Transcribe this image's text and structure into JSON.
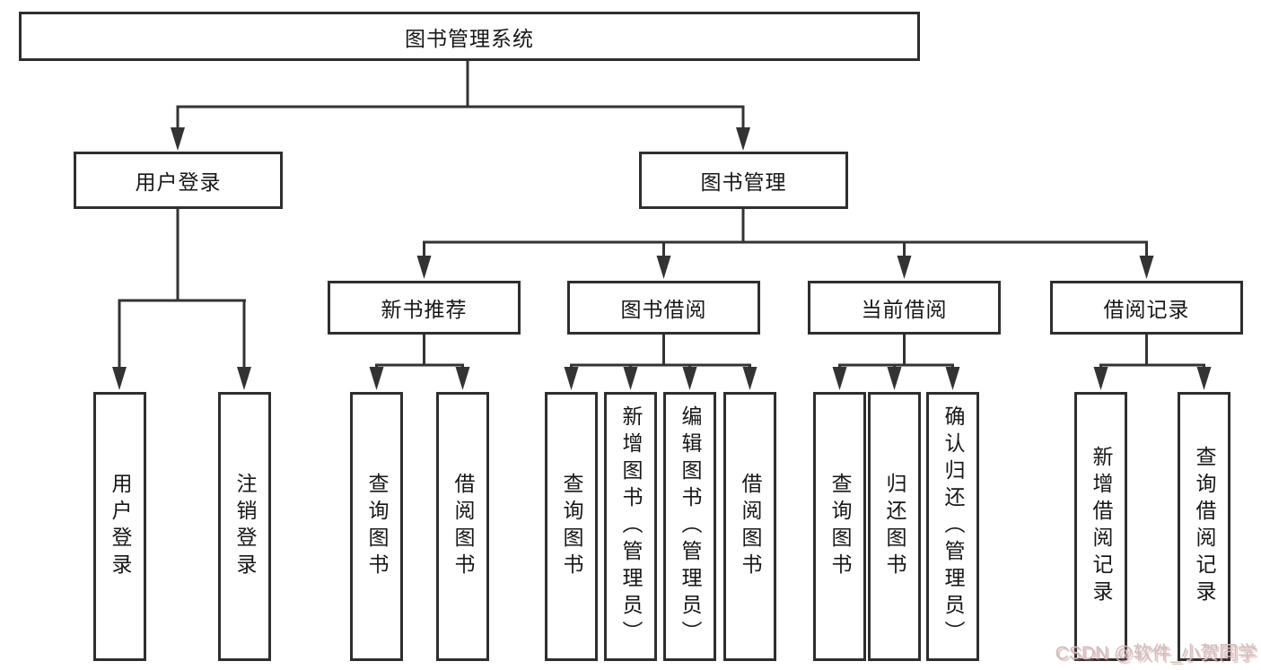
{
  "tree": {
    "label": "图书管理系统",
    "children": [
      {
        "label": "用户登录",
        "children": [
          {
            "label": "用户登录"
          },
          {
            "label": "注销登录"
          }
        ]
      },
      {
        "label": "图书管理",
        "children": [
          {
            "label": "新书推荐",
            "children": [
              {
                "label": "查询图书"
              },
              {
                "label": "借阅图书"
              }
            ]
          },
          {
            "label": "图书借阅",
            "children": [
              {
                "label": "查询图书"
              },
              {
                "label": "新增图书（管理员）"
              },
              {
                "label": "编辑图书（管理员）"
              },
              {
                "label": "借阅图书"
              }
            ]
          },
          {
            "label": "当前借阅",
            "children": [
              {
                "label": "查询图书"
              },
              {
                "label": "归还图书"
              },
              {
                "label": "确认归还（管理员）"
              }
            ]
          },
          {
            "label": "借阅记录",
            "children": [
              {
                "label": "新增借阅记录"
              },
              {
                "label": "查询借阅记录"
              }
            ]
          }
        ]
      }
    ]
  },
  "watermark": {
    "text": "CSDN @软件_小贺同学"
  },
  "colors": {
    "line": "#333333",
    "box_border": "#2e2e2e",
    "text": "#171717",
    "watermark": "#c3c3c3",
    "watermark_accent": "#e35959",
    "background": "#ffffff"
  }
}
